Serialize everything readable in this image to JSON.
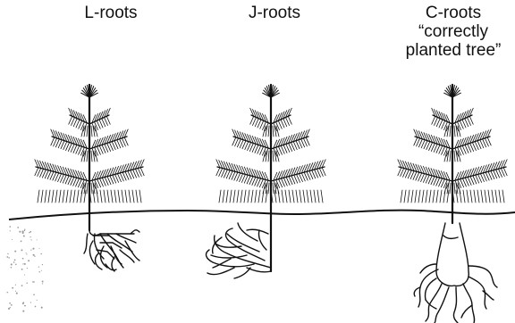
{
  "labels": {
    "l_roots": "L-roots",
    "j_roots": "J-roots",
    "c_roots_line1": "C-roots",
    "c_roots_line2": "“correctly",
    "c_roots_line3": "planted tree”"
  },
  "colors": {
    "ink": "#111111",
    "background": "#ffffff",
    "soil_speckle": "#9a9a9a"
  },
  "trees": [
    {
      "name": "l-roots-tree",
      "root_type": "L"
    },
    {
      "name": "j-roots-tree",
      "root_type": "J"
    },
    {
      "name": "c-roots-tree",
      "root_type": "C"
    }
  ]
}
